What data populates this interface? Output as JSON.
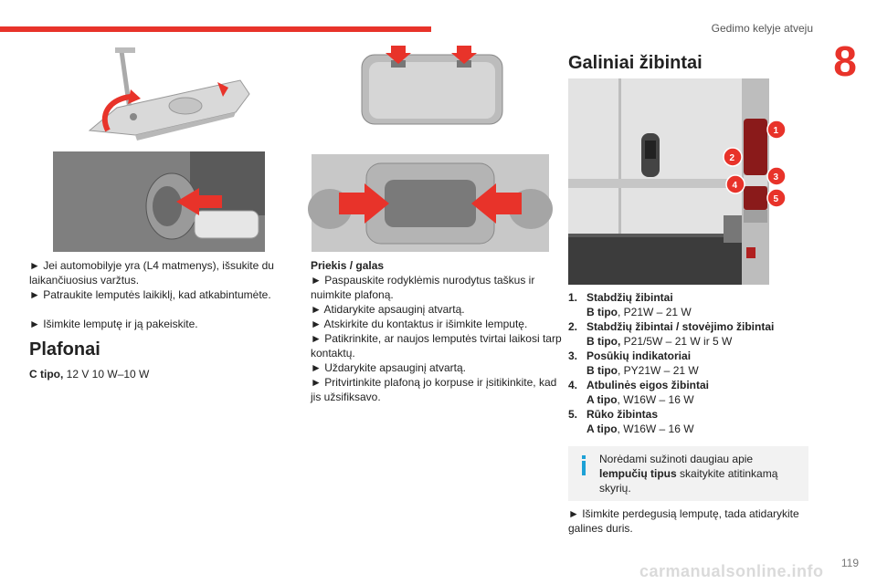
{
  "header": {
    "section_title": "Gedimo kelyje atveju",
    "chapter": "8"
  },
  "left": {
    "bullets": [
      "► Jei automobilyje yra (L4 matmenys), išsukite du laikančiuosius varžtus.",
      "► Patraukite lemputės laikiklį, kad atkabintumėte.",
      "► Išimkite lemputę ir ją pakeiskite."
    ],
    "heading": "Plafonai",
    "spec_label": "C tipo,",
    "spec_value": " 12 V 10 W–10 W"
  },
  "middle": {
    "subheading": "Priekis / galas",
    "bullets": [
      "► Paspauskite rodyklėmis nurodytus taškus ir nuimkite plafoną.",
      "► Atidarykite apsauginį atvartą.",
      "► Atskirkite du kontaktus ir išimkite lemputę.",
      "► Patikrinkite, ar naujos lemputės tvirtai laikosi tarp kontaktų.",
      "► Uždarykite apsauginį atvartą.",
      "► Pritvirtinkite plafoną jo korpuse ir įsitikinkite, kad jis užsifiksavo."
    ]
  },
  "right": {
    "heading": "Galiniai žibintai",
    "badges": [
      "1",
      "2",
      "3",
      "4",
      "5"
    ],
    "items": [
      {
        "num": "1.",
        "title": "Stabdžių žibintai",
        "type": "B tipo",
        "spec": ", P21W – 21 W"
      },
      {
        "num": "2.",
        "title": "Stabdžių žibintai / stovėjimo žibintai",
        "type": "B tipo,",
        "spec": " P21/5W – 21 W ir 5 W"
      },
      {
        "num": "3.",
        "title": "Posūkių indikatoriai",
        "type": "B tipo",
        "spec": ", PY21W – 21 W"
      },
      {
        "num": "4.",
        "title": "Atbulinės eigos žibintai",
        "type": "A tipo",
        "spec": ", W16W – 16 W"
      },
      {
        "num": "5.",
        "title": "Rūko žibintas",
        "type": "A tipo",
        "spec": ", W16W – 16 W"
      }
    ],
    "info": {
      "text1": "Norėdami sužinoti daugiau apie",
      "bold": "lempučių tipus",
      "text2": " skaitykite atitinkamą skyrių."
    },
    "final": "► Išimkite perdegusią lemputę, tada atidarykite galines duris."
  },
  "footer": {
    "page_number": "119",
    "watermark": "carmanualsonline.info"
  }
}
